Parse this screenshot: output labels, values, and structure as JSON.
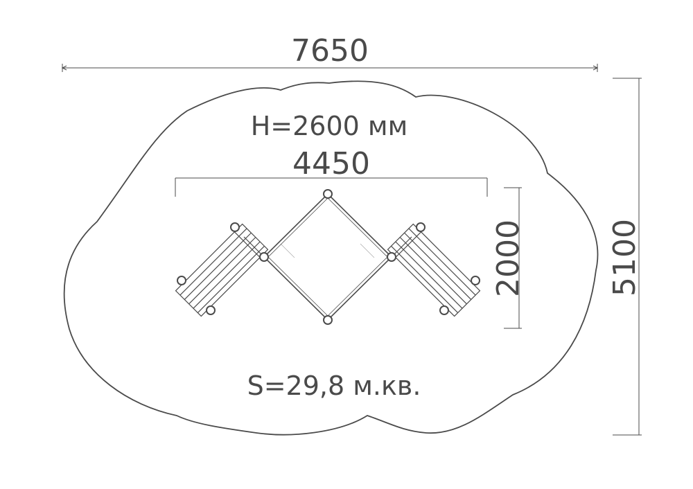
{
  "dimensions": {
    "overall_width": "7650",
    "overall_depth": "5100",
    "equipment_width": "4450",
    "equipment_depth": "2000"
  },
  "labels": {
    "height": "H=2600 мм",
    "area": "S=29,8 м.кв."
  },
  "colors": {
    "line": "#4a4a4a",
    "post_fill": "#ffffff"
  }
}
